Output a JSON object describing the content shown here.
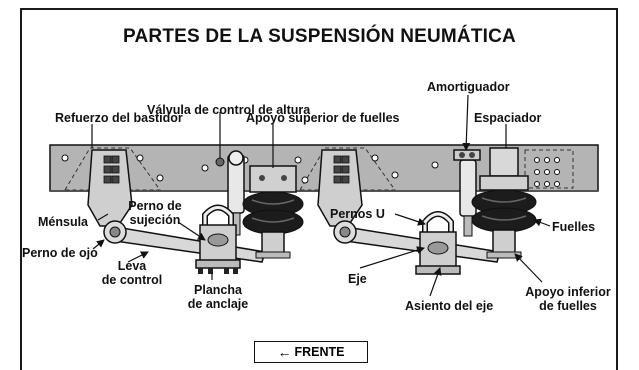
{
  "title": "PARTES DE LA SUSPENSIÓN NEUMÁTICA",
  "labels": {
    "valvula": "Válvula de control de altura",
    "amortiguador": "Amortiguador",
    "refuerzo": "Refuerzo del bastidor",
    "apoyo_superior": "Apoyo superior de fuelles",
    "espaciador": "Espaciador",
    "mensula": "Ménsula",
    "perno_sujecion_1": "Perno de",
    "perno_sujecion_2": "sujeción",
    "pernos_u": "Pernos U",
    "fuelles": "Fuelles",
    "perno_ojo": "Perno de ojo",
    "leva_1": "Leva",
    "leva_2": "de control",
    "eje": "Eje",
    "asiento": "Asiento del eje",
    "apoyo_inferior_1": "Apoyo inferior",
    "apoyo_inferior_2": "de fuelles",
    "plancha_1": "Plancha",
    "plancha_2": "de anclaje"
  },
  "frente": {
    "arrow": "←",
    "label": "FRENTE"
  },
  "colors": {
    "frame_rail": "#b4b4b4",
    "bracket": "#cfcfcf",
    "bellows": "#1c1c1c",
    "outline": "#111111"
  }
}
